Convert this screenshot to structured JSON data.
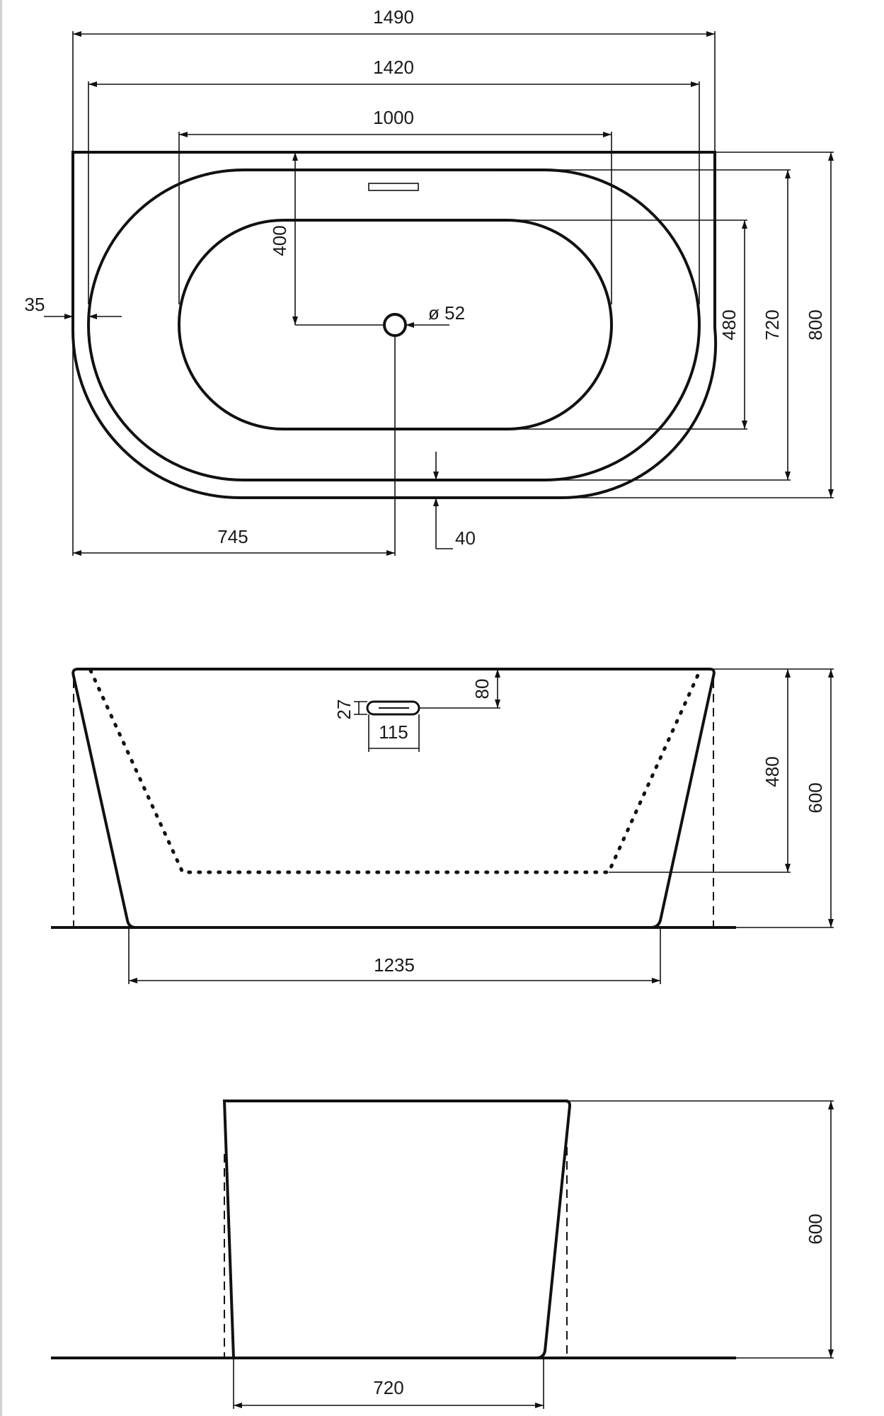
{
  "plan_view": {
    "overall_length": "1490",
    "outer_rim_length": "1420",
    "inner_basin_length": "1000",
    "drain_to_back_wall": "400",
    "drain_diameter": "ø 52",
    "rim_side_thickness": "35",
    "inner_basin_width": "480",
    "rim_width": "720",
    "overall_width": "800",
    "drain_from_left": "745",
    "rim_front_thickness": "40"
  },
  "front_view": {
    "overflow_height": "27",
    "overflow_width": "115",
    "overflow_from_top": "80",
    "inner_depth": "480",
    "overall_height": "600",
    "base_length": "1235"
  },
  "side_view": {
    "overall_height": "600",
    "base_width": "720"
  }
}
